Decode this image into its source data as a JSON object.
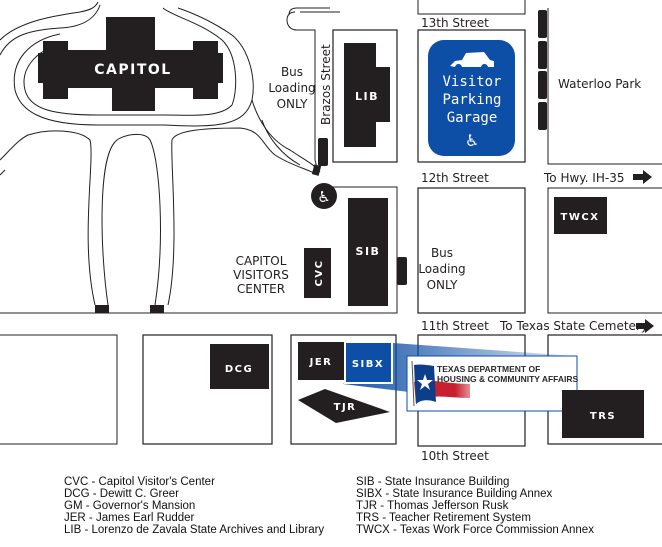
{
  "map": {
    "streets": {
      "s13": "13th Street",
      "s12": "12th Street",
      "s11": "11th Street",
      "s10": "10th Street",
      "brazos": "Brazos Street",
      "to_hwy": "To Hwy. IH-35",
      "to_cemetery": "To Texas State Cemetery"
    },
    "buildings": {
      "capitol": "CAPITOL",
      "lib": "LIB",
      "sib": "SIB",
      "cvc": "CVC",
      "twcx": "TWCX",
      "dcg": "DCG",
      "jer": "JER",
      "sibx": "SIBX",
      "tjr": "TJR",
      "trs": "TRS"
    },
    "labels": {
      "bus1": [
        "Bus",
        "Loading",
        "ONLY"
      ],
      "bus2": [
        "Bus",
        "Loading",
        "ONLY"
      ],
      "cvc_center": [
        "CAPITOL",
        "VISITORS",
        "CENTER"
      ],
      "waterloo": "Waterloo Park"
    },
    "garage": {
      "lines": [
        "Visitor",
        "Parking",
        "Garage"
      ],
      "color": "#0d4ea6"
    },
    "tdhca": {
      "line1": "TEXAS DEPARTMENT OF",
      "line2": "HOUSING & COMMUNITY AFFAIRS"
    }
  },
  "legend": {
    "left": [
      "CVC - Capitol Visitor's Center",
      "DCG - Dewitt C. Greer",
      "GM - Governor's Mansion",
      "JER - James Earl Rudder",
      "LIB - Lorenzo de Zavala State Archives and Library"
    ],
    "right": [
      "SIB - State Insurance Building",
      "SIBX - State Insurance Building Annex",
      "TJR - Thomas Jefferson Rusk",
      "TRS - Teacher Retirement System",
      "TWCX - Texas Work Force Commission Annex"
    ]
  }
}
